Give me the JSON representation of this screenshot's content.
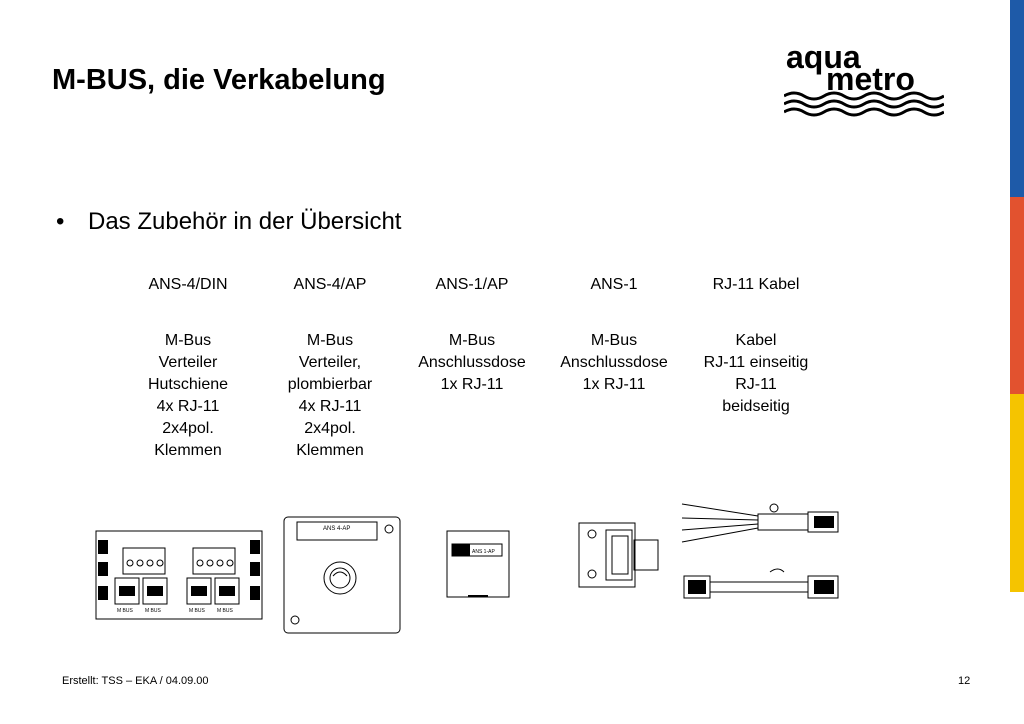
{
  "title": "M-BUS, die Verkabelung",
  "logo": {
    "line1": "aqua",
    "line2": "metro"
  },
  "bullet": {
    "marker": "•",
    "text": "Das Zubehör in der Übersicht"
  },
  "columns": [
    {
      "header": "ANS-4/DIN",
      "lines": [
        "M-Bus",
        "Verteiler",
        "Hutschiene",
        "4x RJ-11",
        "2x4pol.",
        "Klemmen"
      ]
    },
    {
      "header": "ANS-4/AP",
      "lines": [
        "M-Bus",
        "Verteiler,",
        "plombierbar",
        "4x RJ-11",
        "2x4pol.",
        "Klemmen"
      ]
    },
    {
      "header": "ANS-1/AP",
      "lines": [
        "M-Bus",
        "Anschlussdose",
        "1x RJ-11"
      ]
    },
    {
      "header": "ANS-1",
      "lines": [
        "M-Bus",
        "Anschlussdose",
        "1x RJ-11"
      ]
    },
    {
      "header": "RJ-11 Kabel",
      "lines": [
        "Kabel",
        "RJ-11 einseitig",
        "RJ-11",
        "beidseitig"
      ]
    }
  ],
  "device_labels": {
    "din_ports": [
      "M BUS",
      "M BUS",
      "M BUS",
      "M BUS"
    ],
    "ap_label": "ANS 4-AP",
    "ap1_label": "ANS 1-AP"
  },
  "footer": {
    "left": "Erstellt: TSS – EKA  /  04.09.00",
    "page": "12"
  },
  "colors": {
    "stripe_blue": "#1e5aa8",
    "stripe_red": "#e2522f",
    "stripe_yellow": "#f5c400"
  }
}
